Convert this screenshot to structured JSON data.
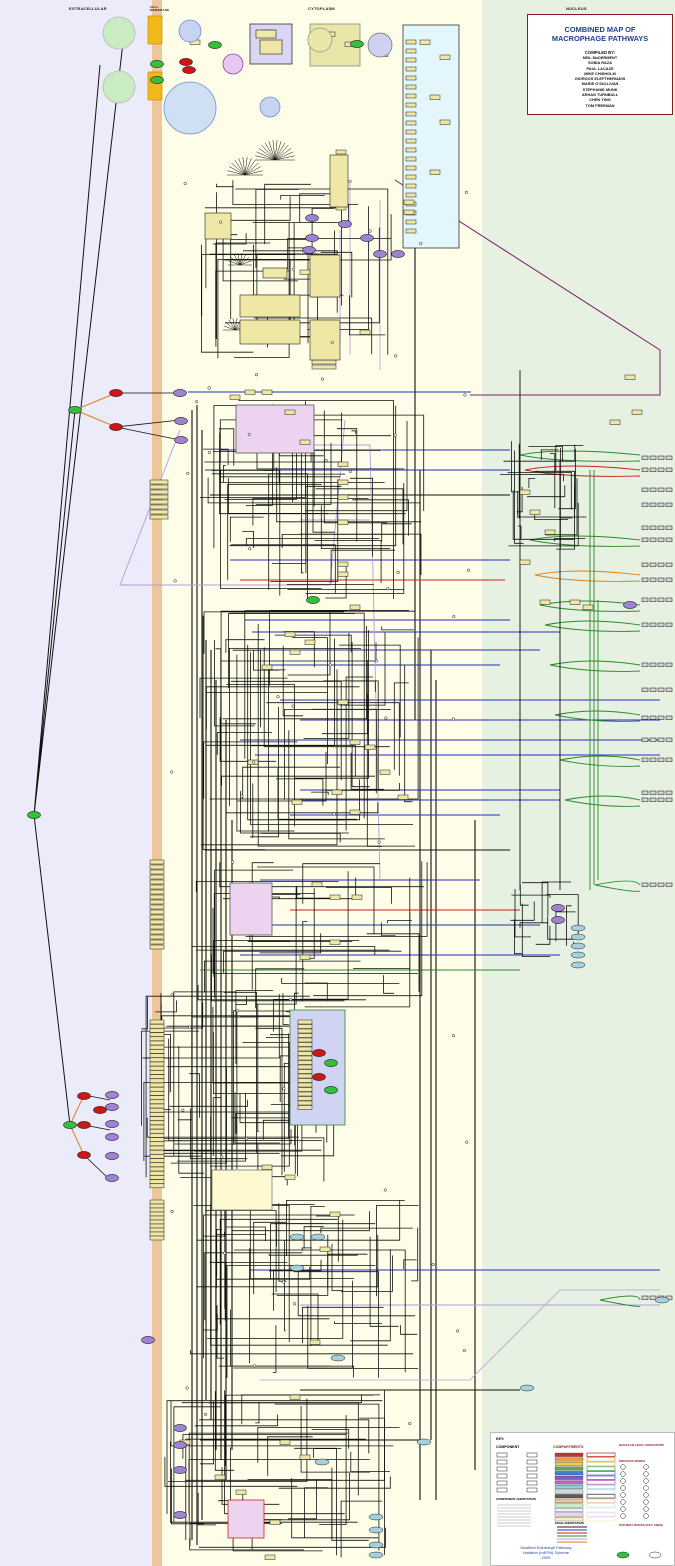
{
  "compartments": {
    "extracellular": "EXTRACELLULAR",
    "membrane": "CELL MEMBRANE",
    "cytoplasm": "CYTOPLASM",
    "nucleus": "NUCLEUS"
  },
  "title_block": {
    "title_line1": "COMBINED MAP OF",
    "title_line2": "MACROPHAGE PATHWAYS",
    "compiled_by": "COMPILED BY:",
    "authors": [
      "NEIL McDERMENT",
      "SOBIA RAZA",
      "PAUL LACAZE",
      "MIKE CHISHOLM",
      "GIORGOS ELEFTHERIADIS",
      "MARIE O'SULLIVAN",
      "STEPHANIE MUNK",
      "ARHAN TURNBULL",
      "CHEN YING",
      "TOM FREEMAN"
    ]
  },
  "legend": {
    "key": "KEY:",
    "component": "COMPONENT",
    "compartments": "COMPARTMENTS",
    "boolean_logic": "BOOLEAN LOGIC OPERATORS",
    "process_nodes": "PROCESS NODES",
    "component_annotation": "COMPONENT ANNOTATION",
    "edge_annotation": "EDGE ANNOTATION",
    "pathway_nodes": "PATHWAY NODES (KEY ONES)",
    "footer_line1": "Modified Edinburgh Pathway",
    "footer_line2": "Notation (mEPN) Scheme",
    "footer_line3": "2009"
  },
  "colors": {
    "extracellular_bg": "#ecebfa",
    "membrane_band": "#efc59a",
    "cytoplasm_bg": "#fefde8",
    "nucleus_bg": "#e6f1e2",
    "protein_box": "#efe7a6",
    "title_text": "#1f3f93",
    "title_border": "#8a1b1b",
    "edge_blue": "#2430b8",
    "edge_green": "#2b8a2b",
    "edge_red": "#c8231a",
    "edge_orange": "#e0801a",
    "edge_lilac": "#b79ae0",
    "node_red": "#d01515",
    "node_green": "#34c13a",
    "node_purple": "#9f82d6"
  }
}
